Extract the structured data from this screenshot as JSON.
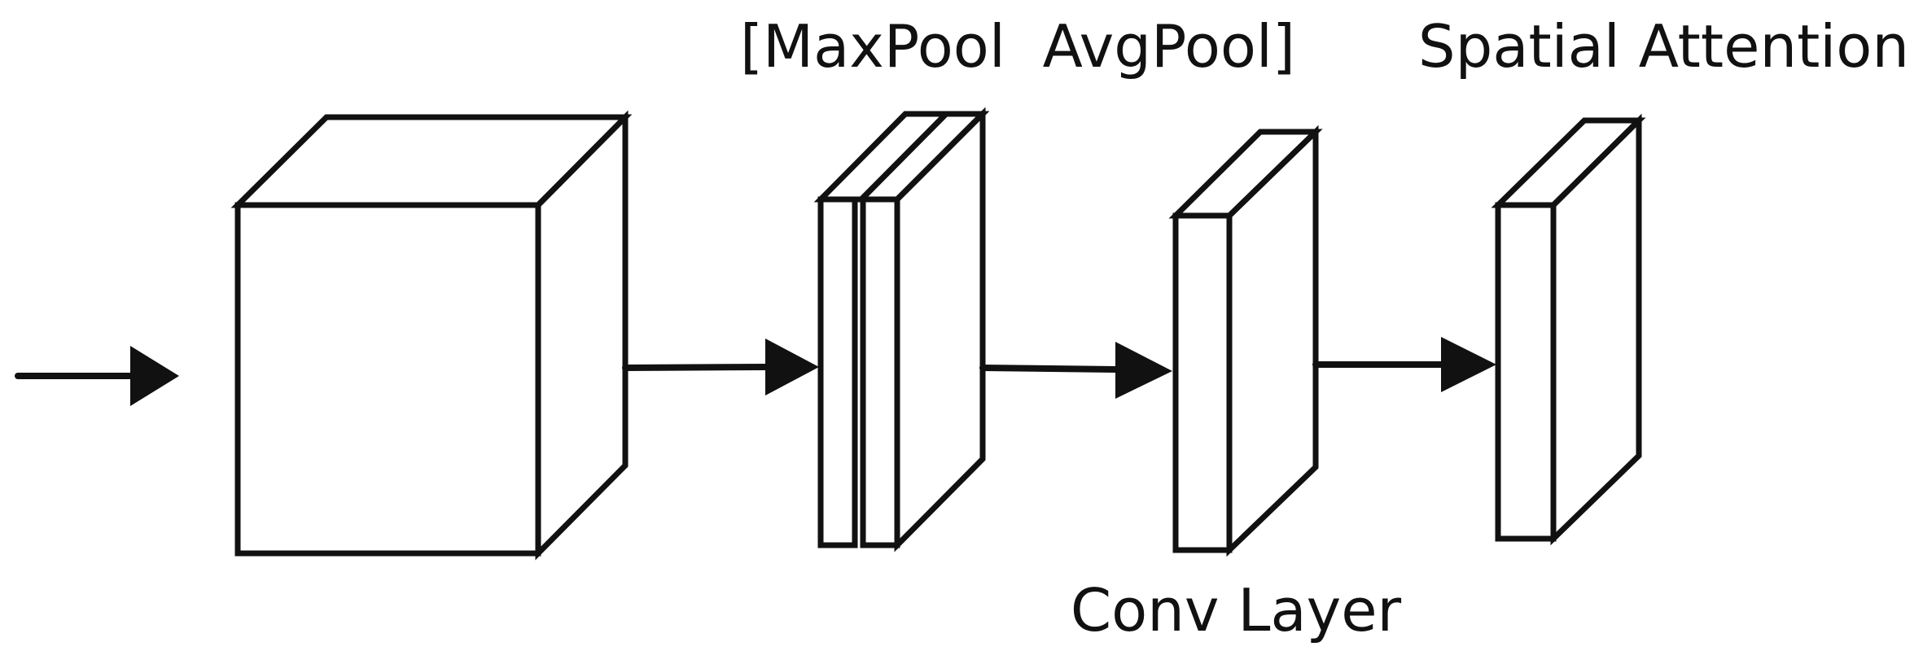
{
  "labels": {
    "pool": "[MaxPool  AvgPool]",
    "spatial": "Spatial Attention",
    "conv": "Conv Layer"
  },
  "colors": {
    "input_front": "#32822E",
    "input_top": "#62BC55",
    "input_side": "#28601F",
    "maxpool_front": "#DE5A06",
    "maxpool_top": "#F08A52",
    "avgpool_front": "#CC8A04",
    "avgpool_top": "#FAC510",
    "pool_side": "#996600",
    "conv_front": "#B4D7F0",
    "conv_top": "#D6E8F6",
    "conv_side": "#7EBCE4",
    "attention_front": "#0A52A0",
    "attention_top": "#4580CF",
    "attention_side": "#053A72",
    "stroke": "#111111"
  }
}
